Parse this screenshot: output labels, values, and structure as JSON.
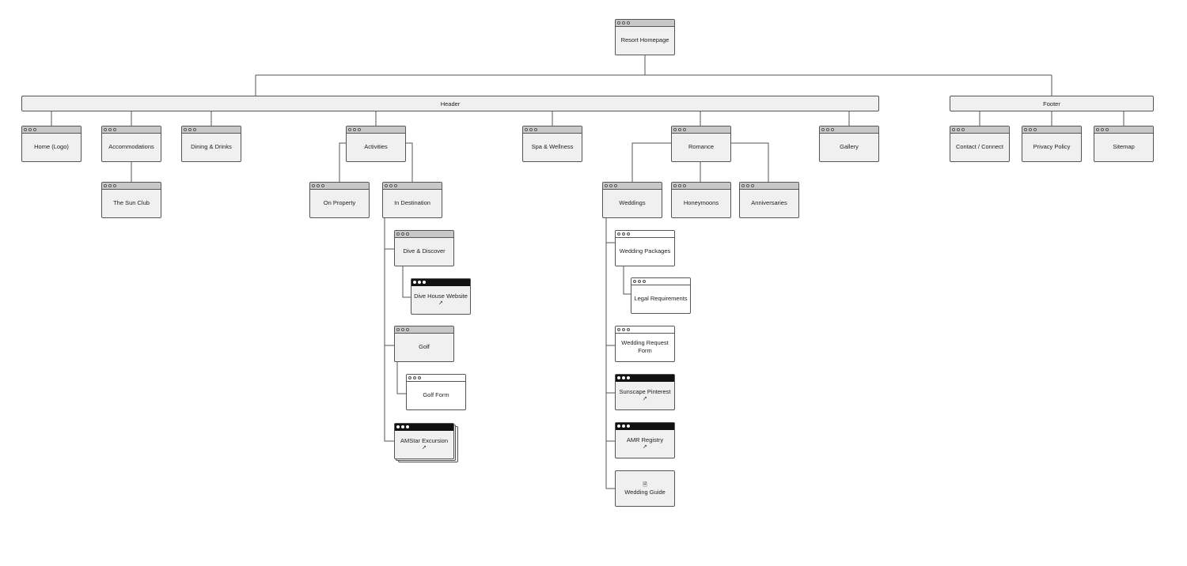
{
  "header_bar": {
    "label": "Header"
  },
  "footer_bar": {
    "label": "Footer"
  },
  "icons": {
    "external_link": "external-link-icon",
    "document": "document-icon",
    "window_dots": "window-dots-icon"
  },
  "pages": {
    "resort_homepage": "Resort Homepage",
    "home_logo": "Home (Logo)",
    "accommodations": "Accommodations",
    "the_sun_club": "The Sun Club",
    "dining_drinks": "Dining & Drinks",
    "activities": "Activities",
    "on_property": "On Property",
    "in_destination": "In Destination",
    "dive_discover": "Dive & Discover",
    "dive_house_website": "Dive House Website",
    "golf": "Golf",
    "golf_form": "Golf Form",
    "amstar_excursion": "AMStar Excursion",
    "spa_wellness": "Spa & Wellness",
    "romance": "Romance",
    "weddings": "Weddings",
    "honeymoons": "Honeymoons",
    "anniversaries": "Anniversaries",
    "wedding_packages": "Wedding Packages",
    "legal_requirements": "Legal Requirements",
    "wedding_request_form": "Wedding Request Form",
    "sunscape_pinterest": "Sunscape Pinterest",
    "amr_registry": "AMR Registry",
    "wedding_guide": "Wedding Guide",
    "gallery": "Gallery",
    "contact_connect": "Contact / Connect",
    "privacy_policy": "Privacy Policy",
    "sitemap": "Sitemap"
  }
}
